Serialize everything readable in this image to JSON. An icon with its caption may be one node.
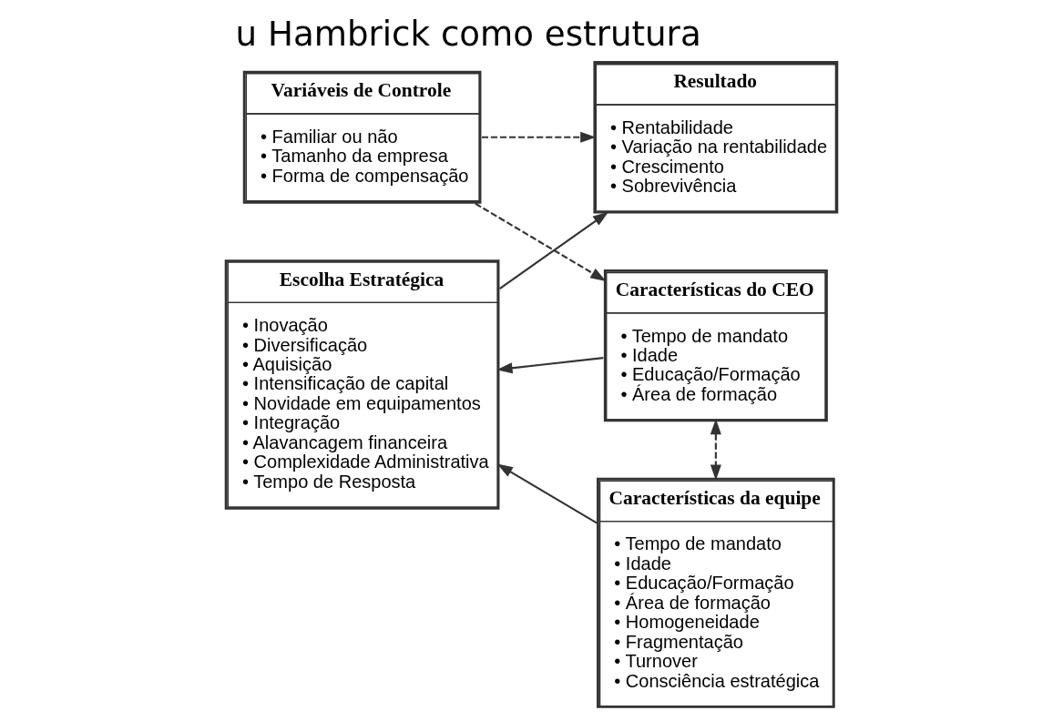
{
  "diagram": {
    "title": "u Hambrick como estrutura",
    "nodes": [
      {
        "text": [
          "Variáveis de Controle",
          "• Familiar ou não",
          "• Tamanho da empresa",
          "• Forma de compensação"
        ]
      },
      {
        "text": [
          "Características do CEO",
          "• Tempo de mandato",
          "• Idade",
          "• Educação/Formação",
          "• Área de formação"
        ]
      },
      {
        "text": [
          "Características da equipe",
          "• Tempo de mandato",
          "• Idade",
          "• Educação/Formação",
          "• Área de formação",
          "• Homogeneidade",
          "• Fragmentação",
          "• Turnover",
          "• Consciência estratégica"
        ]
      },
      {
        "text": [
          "Escolha Estratégica",
          "• Inovação",
          "• Diversificação",
          "• Aquisição",
          "• Intensificação de capital",
          "• Novidade em equipamentos",
          "• Integração",
          "• Alavancagem financeira",
          "• Complexidade Administrativa",
          "• Tempo de Resposta"
        ]
      },
      {
        "text": [
          "Resultado",
          "• Rentabilidade",
          "• Variação na rentabilidade",
          "• Crescimento",
          "• Sobrevivência"
        ]
      }
    ],
    "edges": [
      {
        "from": 0,
        "to": 1,
        "arrow": "to",
        "style": "dashed"
      },
      {
        "from": 0,
        "to": 4,
        "arrow": "to",
        "style": "dashed"
      },
      {
        "from": 1,
        "to": 2,
        "arrow": "both",
        "style": "dashed"
      },
      {
        "from": 1,
        "to": 3,
        "arrow": "to"
      },
      {
        "from": 2,
        "to": 3,
        "arrow": "to"
      },
      {
        "from": 3,
        "to": 4,
        "arrow": "to"
      }
    ]
  }
}
